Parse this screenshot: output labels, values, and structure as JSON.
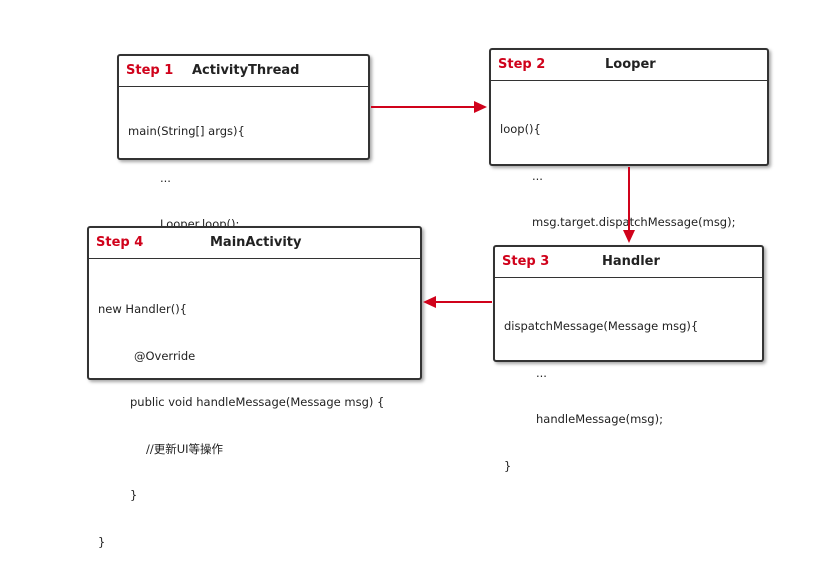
{
  "colors": {
    "step": "#d0021b",
    "arrow": "#d0021b",
    "border": "#333333"
  },
  "boxes": {
    "step1": {
      "step": "Step 1",
      "name": "ActivityThread",
      "lines": [
        "main(String[] args){",
        "...",
        "Looper.loop();",
        "}"
      ]
    },
    "step2": {
      "step": "Step 2",
      "name": "Looper",
      "lines": [
        "loop(){",
        "...",
        "msg.target.dispatchMessage(msg);",
        "}"
      ]
    },
    "step3": {
      "step": "Step 3",
      "name": "Handler",
      "lines": [
        "dispatchMessage(Message msg){",
        "...",
        "handleMessage(msg);",
        "}"
      ]
    },
    "step4": {
      "step": "Step 4",
      "name": "MainActivity",
      "lines": [
        "new Handler(){",
        "@Override",
        "public void handleMessage(Message msg) {",
        "//更新UI等操作",
        "}",
        "}"
      ]
    }
  },
  "arrows": [
    {
      "from": "step1",
      "to": "step2"
    },
    {
      "from": "step2",
      "to": "step3"
    },
    {
      "from": "step3",
      "to": "step4"
    }
  ]
}
